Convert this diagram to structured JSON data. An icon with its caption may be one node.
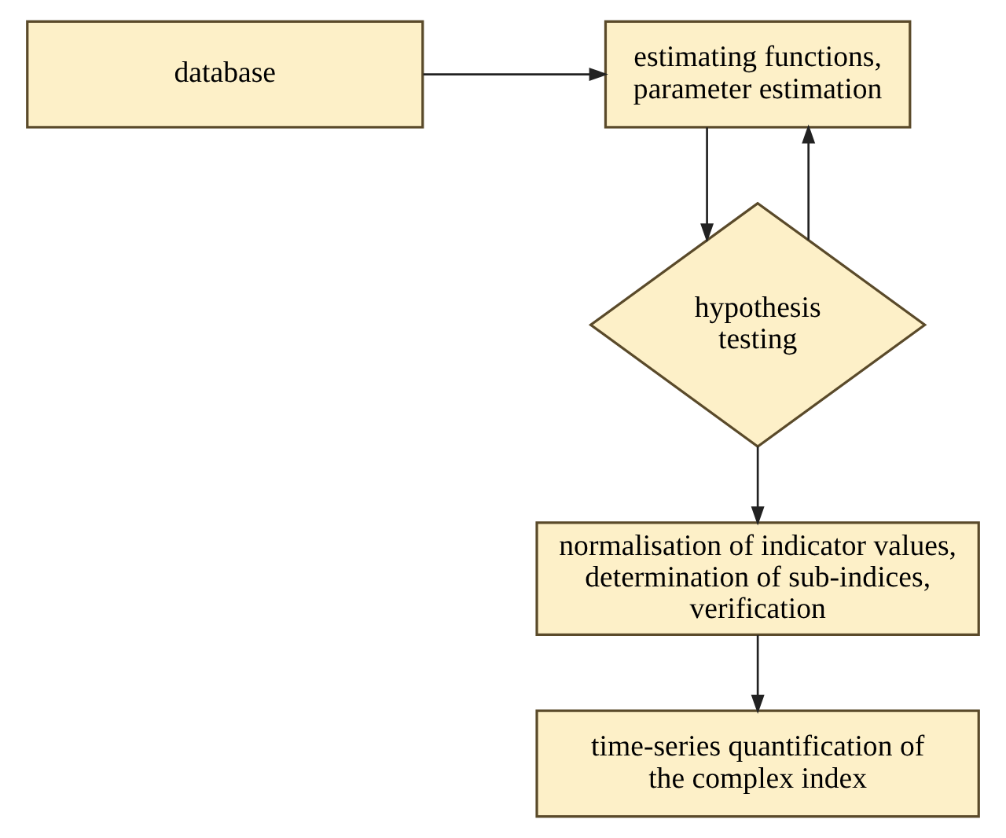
{
  "diagram": {
    "nodes": [
      {
        "text": [
          "database"
        ]
      },
      {
        "text": [
          "estimating functions, parameter estimation"
        ]
      },
      {
        "text": [
          "hypothesis testing"
        ]
      },
      {
        "text": [
          "normalisation of indicator values, determination of sub-indices, verification"
        ]
      },
      {
        "text": [
          "time-series quantification of the complex index"
        ]
      }
    ],
    "edges": [
      {
        "from": 0,
        "to": 1,
        "arrow": "to"
      },
      {
        "from": 2,
        "to": 1,
        "arrow": "to"
      },
      {
        "from": 1,
        "to": 2,
        "arrow": "to"
      },
      {
        "from": 2,
        "to": 3,
        "arrow": "to"
      },
      {
        "from": 3,
        "to": 4,
        "arrow": "to"
      }
    ]
  }
}
